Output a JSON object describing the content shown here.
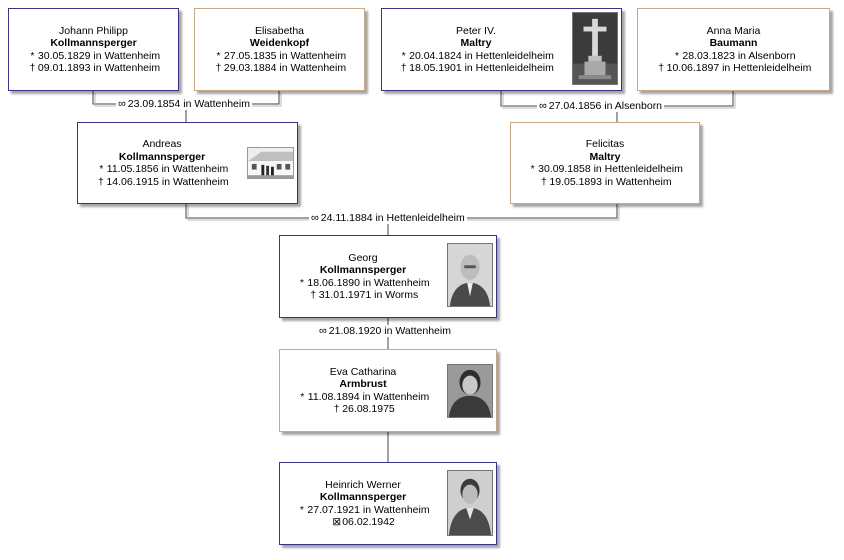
{
  "persons": {
    "johann_philipp": {
      "given": "Johann Philipp",
      "surname": "Kollmannsperger",
      "born": "30.05.1829 in Wattenheim",
      "died": "09.01.1893 in Wattenheim"
    },
    "elisabetha": {
      "given": "Elisabetha",
      "surname": "Weidenkopf",
      "born": "27.05.1835 in Wattenheim",
      "died": "29.03.1884 in Wattenheim"
    },
    "peter": {
      "given": "Peter IV.",
      "surname": "Maltry",
      "born": "20.04.1824 in Hettenleidelheim",
      "died": "18.05.1901 in Hettenleidelheim"
    },
    "anna_maria": {
      "given": "Anna Maria",
      "surname": "Baumann",
      "born": "28.03.1823 in Alsenborn",
      "died": "10.06.1897 in Hettenleidelheim"
    },
    "andreas": {
      "given": "Andreas",
      "surname": "Kollmannsperger",
      "born": "11.05.1856 in Wattenheim",
      "died": "14.06.1915 in Wattenheim"
    },
    "felicitas": {
      "given": "Felicitas",
      "surname": "Maltry",
      "born": "30.09.1858 in Hettenleidelheim",
      "died": "19.05.1893 in Wattenheim"
    },
    "georg": {
      "given": "Georg",
      "surname": "Kollmannsperger",
      "born": "18.06.1890 in Wattenheim",
      "died": "31.01.1971 in Worms"
    },
    "eva": {
      "given": "Eva Catharina",
      "surname": "Armbrust",
      "born": "11.08.1894 in Wattenheim",
      "died": "26.08.1975"
    },
    "heinrich": {
      "given": "Heinrich Werner",
      "surname": "Kollmannsperger",
      "born": "27.07.1921 in Wattenheim",
      "fallen": "06.02.1942"
    }
  },
  "marriages": {
    "m1": "23.09.1854 in Wattenheim",
    "m2": "27.04.1856 in Alsenborn",
    "m3": "24.11.1884 in Hettenleidelheim",
    "m4": "21.08.1920 in Wattenheim"
  },
  "symbols": {
    "born": "*",
    "died": "†",
    "fallen": "⊠",
    "marriage": "∞"
  },
  "colors": {
    "male_border": "#34348a",
    "female_border": "#c9a888",
    "connector": "#444444"
  }
}
